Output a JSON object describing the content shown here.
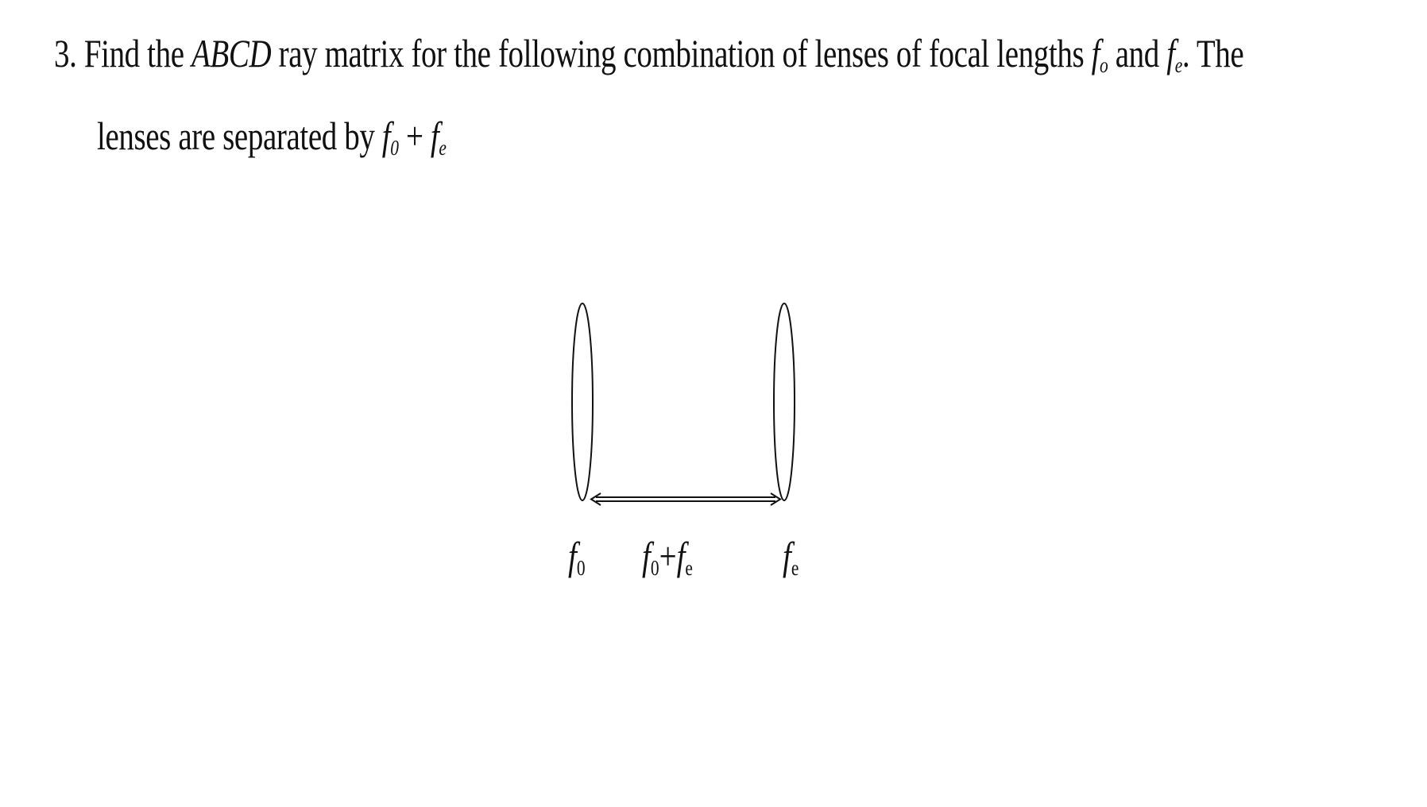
{
  "problem": {
    "number": "3.",
    "line1": {
      "pre": "Find the",
      "abcd": "ABCD",
      "mid": "ray matrix for the following combination of lenses of focal lengths",
      "f1": "f",
      "f1_sub": "o",
      "and": "and",
      "f2": "f",
      "f2_sub": "e",
      "post": ". The"
    },
    "line2": {
      "pre": "lenses are separated by",
      "fa": "f",
      "fa_sub": "0",
      "plus": "+",
      "fb": "f",
      "fb_sub": "e"
    }
  },
  "diagram": {
    "label_left": {
      "f": "f",
      "sub": "0"
    },
    "label_mid": {
      "f1": "f",
      "sub1": "0",
      "plus": "+",
      "f2": "f",
      "sub2": "e"
    },
    "label_right": {
      "f": "f",
      "sub": "e"
    }
  }
}
